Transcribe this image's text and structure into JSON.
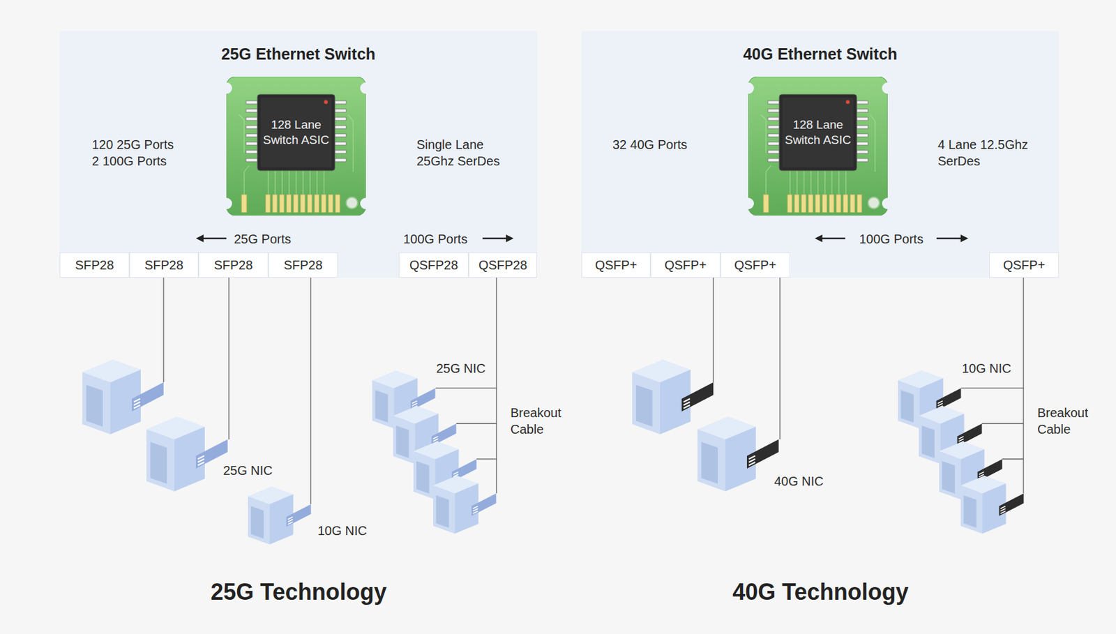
{
  "diagram": {
    "nodes": [
      {
        "text": [
          "25G Ethernet Switch",
          "120 25G Ports 2 100G Ports",
          "Single Lane 25Ghz SerDes",
          "25G Ports",
          "100G Ports"
        ]
      },
      {
        "text": [
          "128 Lane Switch ASIC"
        ],
        "in": 0
      },
      {
        "text": [
          "SFP28"
        ],
        "in": 0
      },
      {
        "text": [
          "SFP28"
        ],
        "in": 0
      },
      {
        "text": [
          "SFP28"
        ],
        "in": 0
      },
      {
        "text": [
          "SFP28"
        ],
        "in": 0
      },
      {
        "text": [
          "QSFP28"
        ],
        "in": 0
      },
      {
        "text": [
          "QSFP28"
        ],
        "in": 0
      },
      {
        "text": [
          "25G NIC"
        ]
      },
      {
        "text": [
          "10G NIC"
        ]
      },
      {
        "text": [
          "25G NIC"
        ]
      },
      {
        "text": [
          "40G Ethernet Switch",
          "32 40G Ports",
          "4 Lane 12.5Ghz SerDes",
          "100G Ports"
        ]
      },
      {
        "text": [
          "128 Lane Switch ASIC"
        ],
        "in": 11
      },
      {
        "text": [
          "QSFP+"
        ],
        "in": 11
      },
      {
        "text": [
          "QSFP+"
        ],
        "in": 11
      },
      {
        "text": [
          "QSFP+"
        ],
        "in": 11
      },
      {
        "text": [
          "QSFP+"
        ],
        "in": 11
      },
      {
        "text": [
          "40G NIC"
        ]
      },
      {
        "text": [
          "10G NIC"
        ]
      }
    ],
    "edges": [
      {
        "from": 4,
        "to": 8,
        "arrow": "none"
      },
      {
        "from": 5,
        "to": 9,
        "arrow": "none"
      },
      {
        "from": 7,
        "to": 10,
        "arrow": "none"
      },
      {
        "from": 15,
        "to": 17,
        "arrow": "none"
      },
      {
        "from": 16,
        "to": 18,
        "arrow": "none"
      }
    ],
    "labels": [
      "Breakout Cable",
      "Breakout Cable",
      "25G Technology",
      "40G Technology"
    ]
  }
}
